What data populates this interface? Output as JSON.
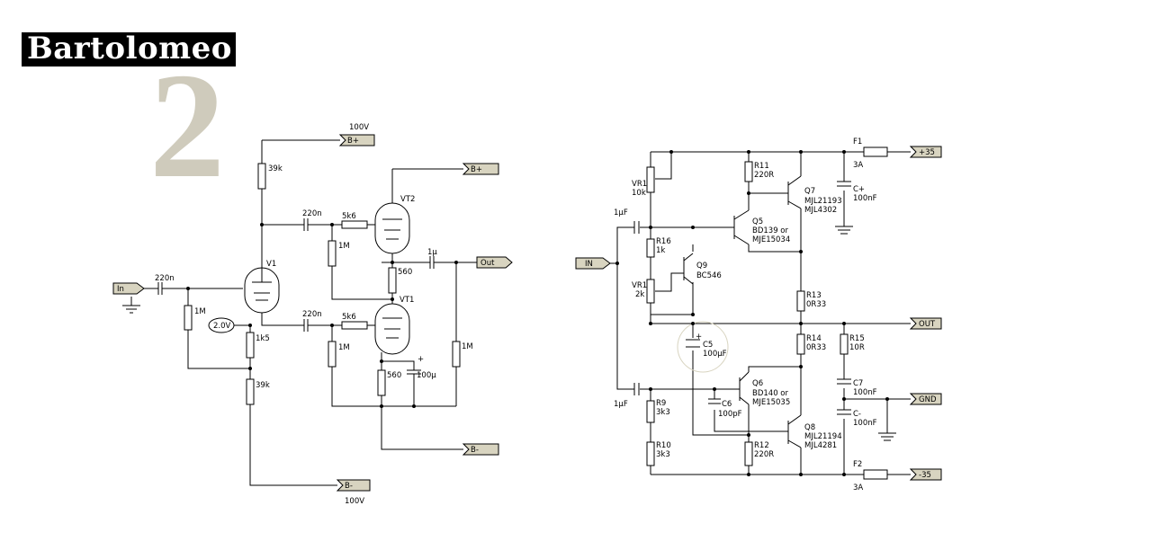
{
  "brand": {
    "name": "Bartolomeo",
    "number": "2"
  },
  "preamp": {
    "ports": {
      "input": "In",
      "bplus_top": "B+",
      "bplus_mid": "B+",
      "out": "Out",
      "bminus_mid": "B-",
      "bminus_bottom": "B-"
    },
    "supply_voltage_top": "100V",
    "supply_voltage_bottom": "100V",
    "bias_label": "2.0V",
    "tubes": {
      "v1": "V1",
      "vt1": "VT1",
      "vt2": "VT2"
    },
    "components": {
      "c_in": "220n",
      "r_in": "1M",
      "r_plate": "39k",
      "c_coupling_top": "220n",
      "r_grid_top": "5k6",
      "r_grid_leak_top": "1M",
      "r_cathode_v1": "1k5",
      "r_tail": "39k",
      "c_coupling_bottom": "220n",
      "r_grid_bottom": "5k6",
      "r_grid_leak_bottom": "1M",
      "r_mid": "560",
      "r_cathode_vt1": "560",
      "c_cathode": "100µ",
      "c_out": "1µ",
      "r_out": "1M"
    }
  },
  "poweramp": {
    "ports": {
      "input": "IN",
      "pos_supply": "+35",
      "output": "OUT",
      "ground": "GND",
      "neg_supply": "-35"
    },
    "components": {
      "c_in_top": "1µF",
      "c_in_bottom": "1µF",
      "vr1_top": [
        "VR1",
        "10k"
      ],
      "r16": [
        "R16",
        "1k"
      ],
      "vr1_mid": [
        "VR1",
        "2k"
      ],
      "q9": [
        "Q9",
        "BC546"
      ],
      "r11": [
        "R11",
        "220R"
      ],
      "q5": [
        "Q5",
        "BD139 or",
        "MJE15034"
      ],
      "q7": [
        "Q7",
        "MJL21193",
        "MJL4302"
      ],
      "f1": [
        "F1",
        "3A"
      ],
      "c_plus": [
        "C+",
        "100nF"
      ],
      "r13": [
        "R13",
        "0R33"
      ],
      "c5": [
        "C5",
        "100µF"
      ],
      "r14": [
        "R14",
        "0R33"
      ],
      "r15": [
        "R15",
        "10R"
      ],
      "c7": [
        "C7",
        "100nF"
      ],
      "c_minus": [
        "C-",
        "100nF"
      ],
      "q6": [
        "Q6",
        "BD140 or",
        "MJE15035"
      ],
      "c6": [
        "C6",
        "100pF"
      ],
      "r9": [
        "R9",
        "3k3"
      ],
      "q8": [
        "Q8",
        "MJL21194",
        "MJL4281"
      ],
      "r10": [
        "R10",
        "3k3"
      ],
      "r12": [
        "R12",
        "220R"
      ],
      "f2": [
        "F2",
        "3A"
      ]
    }
  },
  "colors": {
    "background": "#ffffff",
    "logo_bg": "#000000",
    "numeral": "#cfcbbc",
    "port_fill": "#d8d4c0"
  }
}
